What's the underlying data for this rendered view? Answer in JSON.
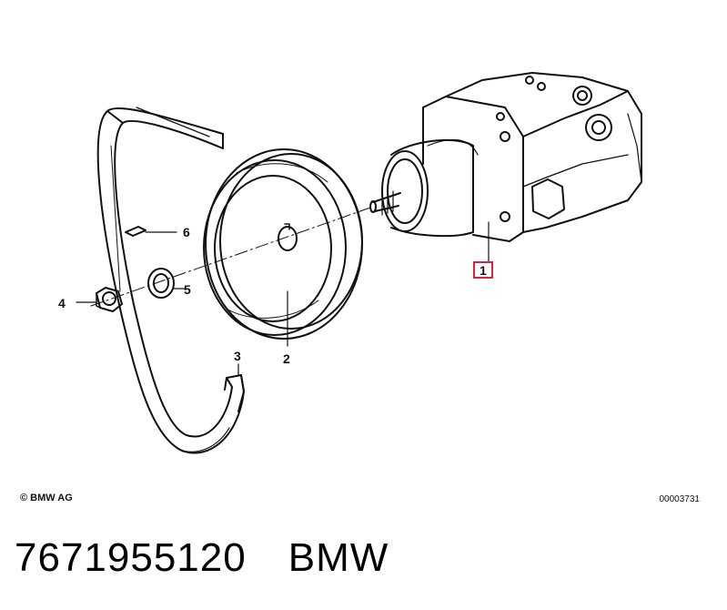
{
  "diagram": {
    "callouts": {
      "pump": "1",
      "pulley": "2",
      "belt": "3",
      "nut": "4",
      "washer": "5",
      "key": "6"
    },
    "highlight_color": "#d9253a"
  },
  "footer": {
    "copyright": "© BMW AG",
    "document_number": "00003731"
  },
  "part": {
    "number": "7671955120",
    "brand": "BMW"
  }
}
